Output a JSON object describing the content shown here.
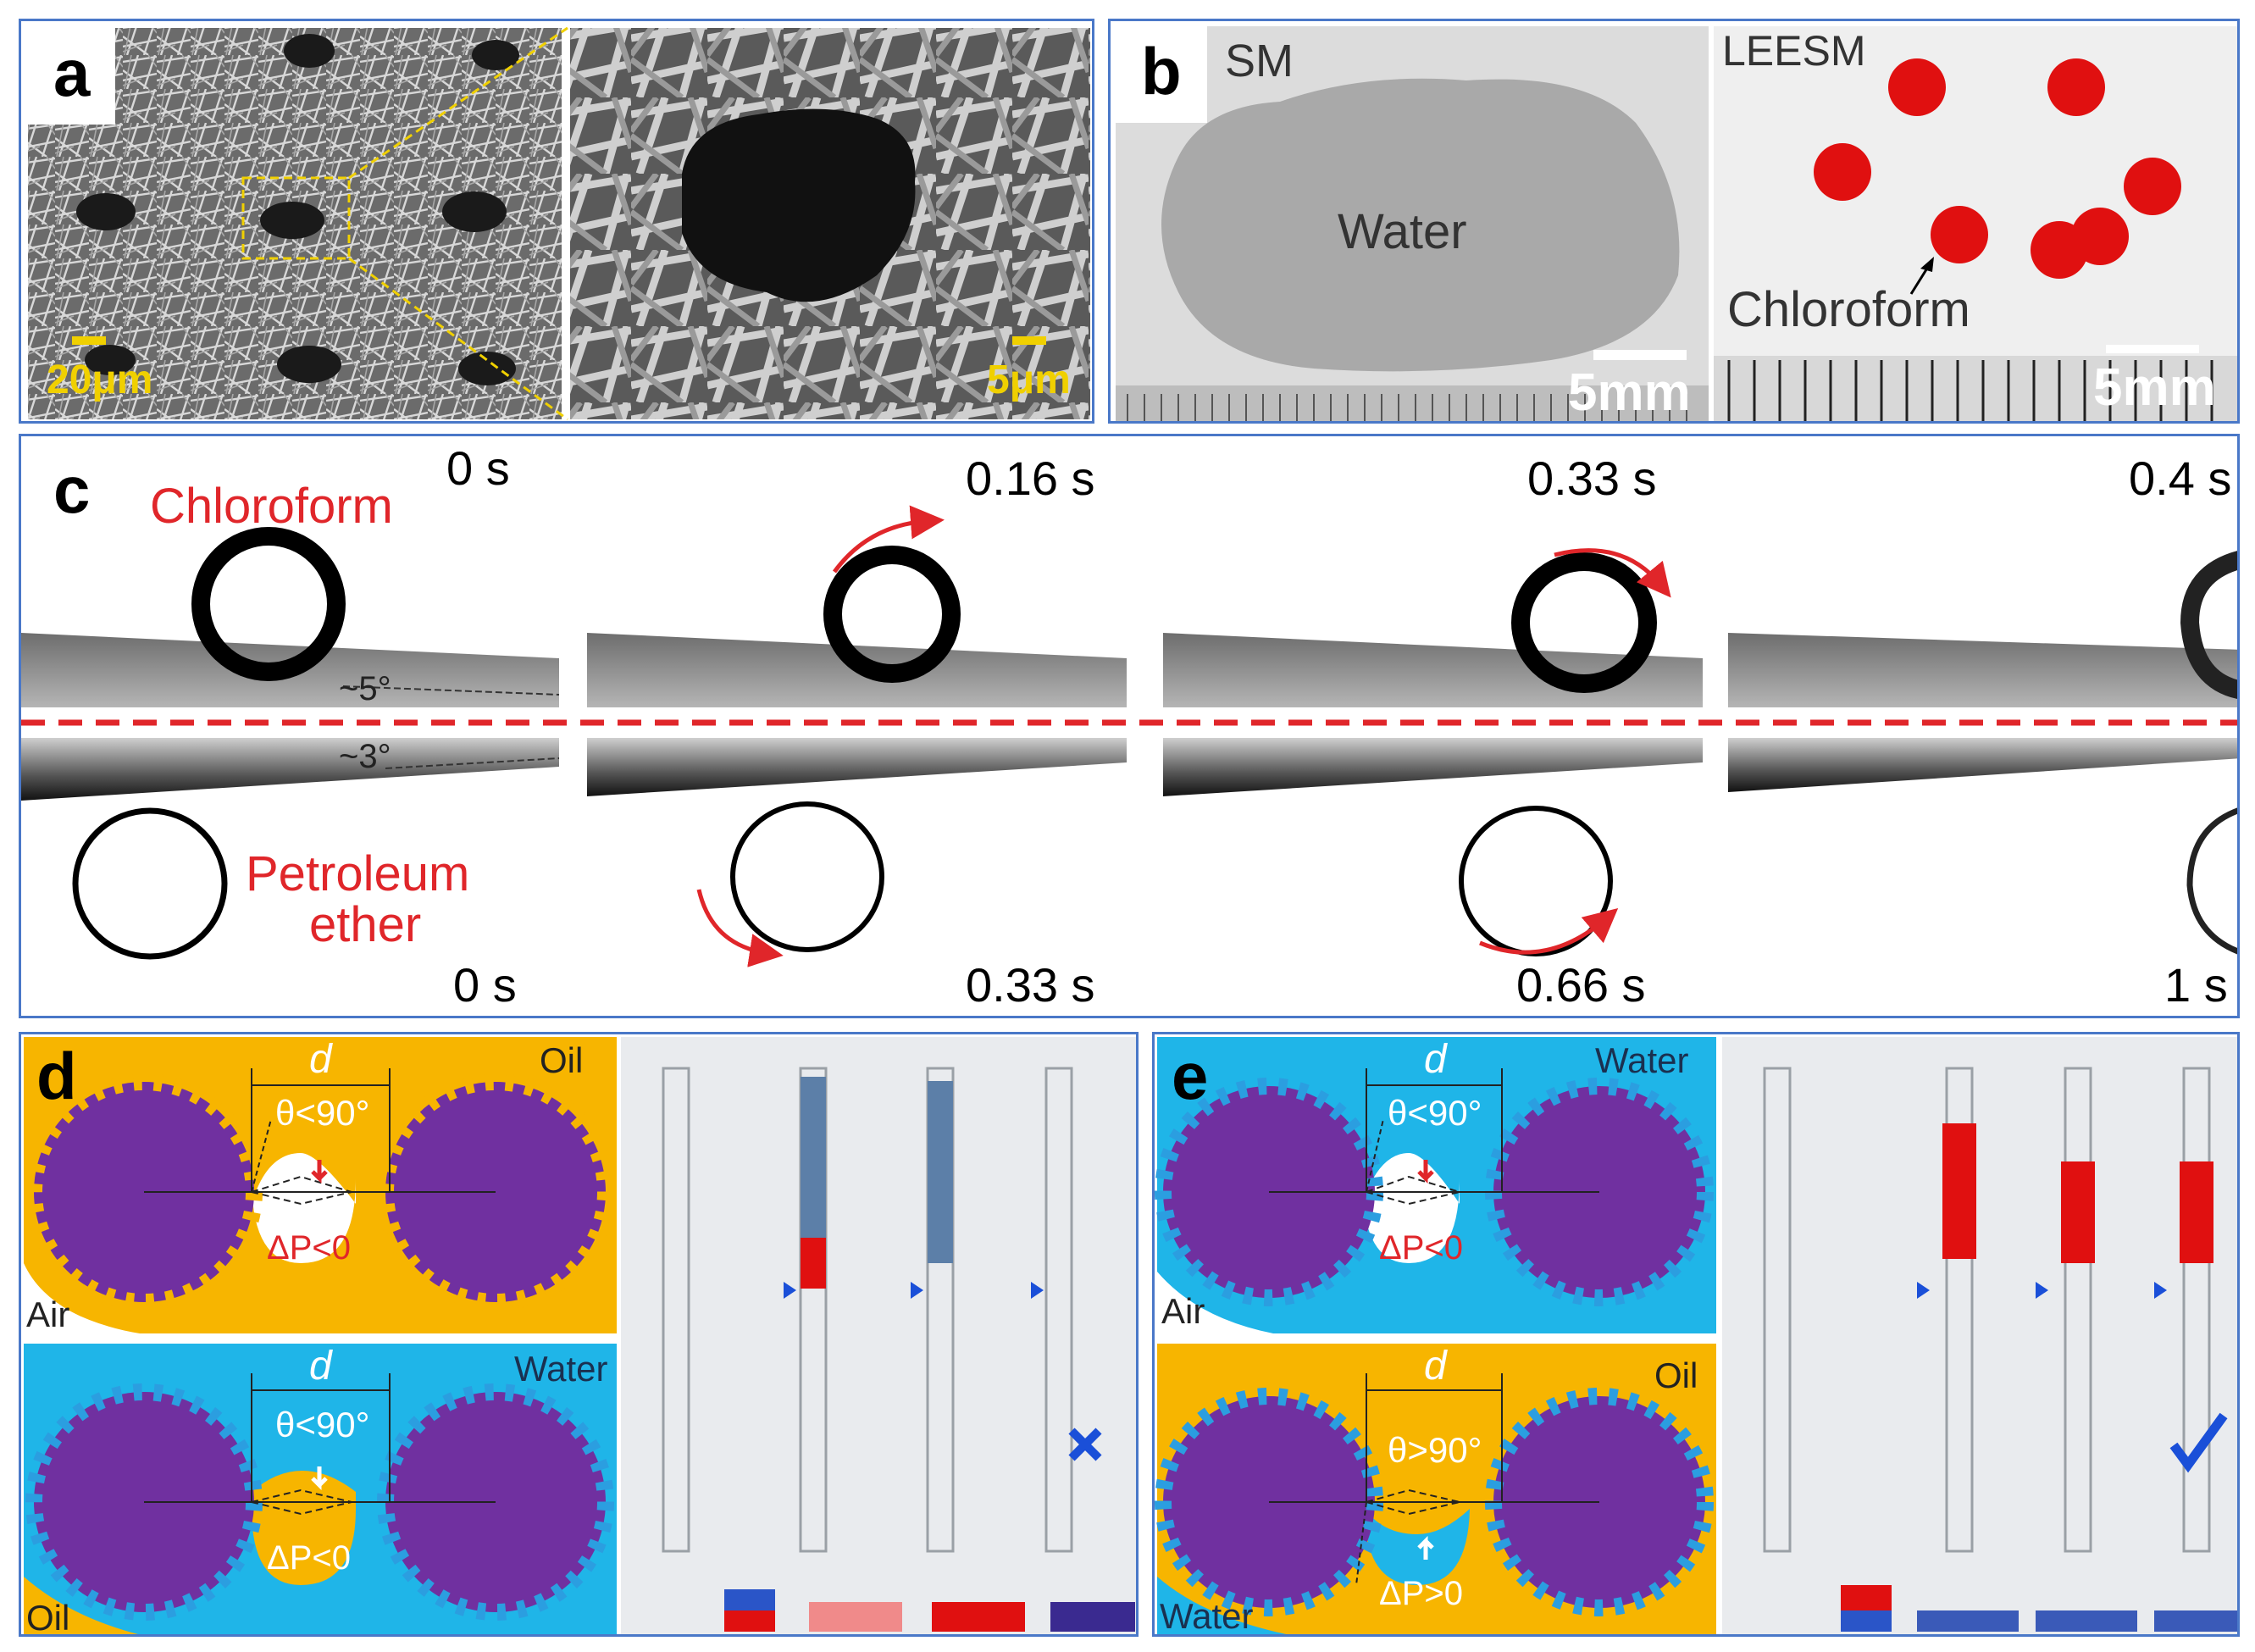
{
  "panel_a": {
    "label": "a",
    "scale_left": "20μm",
    "scale_right": "5μm"
  },
  "panel_b": {
    "label": "b",
    "left_title": "SM",
    "right_title": "LEESM",
    "water": "Water",
    "chloroform": "Chloroform",
    "scale_left": "5mm",
    "scale_right": "5mm"
  },
  "panel_c": {
    "label": "c",
    "chloroform": "Chloroform",
    "petroleum": "Petroleum",
    "ether": "ether",
    "angle_top": "~5°",
    "angle_bottom": "~3°",
    "times_top": [
      "0 s",
      "0.16 s",
      "0.33 s",
      "0.4 s"
    ],
    "times_bottom": [
      "0 s",
      "0.33 s",
      "0.66 s",
      "1 s"
    ]
  },
  "panel_d": {
    "label": "d",
    "top": {
      "d": "d",
      "theta": "θ<90°",
      "dp": "ΔP<0",
      "medium": "Oil",
      "corner": "Air"
    },
    "bottom": {
      "d": "d",
      "theta": "θ<90°",
      "dp": "ΔP<0",
      "medium": "Water",
      "corner": "Oil"
    }
  },
  "panel_e": {
    "label": "e",
    "top": {
      "d": "d",
      "theta": "θ<90°",
      "dp": "ΔP<0",
      "medium": "Water",
      "corner": "Air"
    },
    "bottom": {
      "d": "d",
      "theta": "θ>90°",
      "dp": "ΔP>0",
      "medium": "Oil",
      "corner": "Water"
    }
  },
  "colors": {
    "frame": "#4a78c8",
    "red_label": "#e0262a",
    "oil": "#f7b500",
    "water": "#1fb5e8",
    "fiber": "#7030a0",
    "dots_oil": "#f7b500",
    "dots_water": "#2b9ee0"
  }
}
